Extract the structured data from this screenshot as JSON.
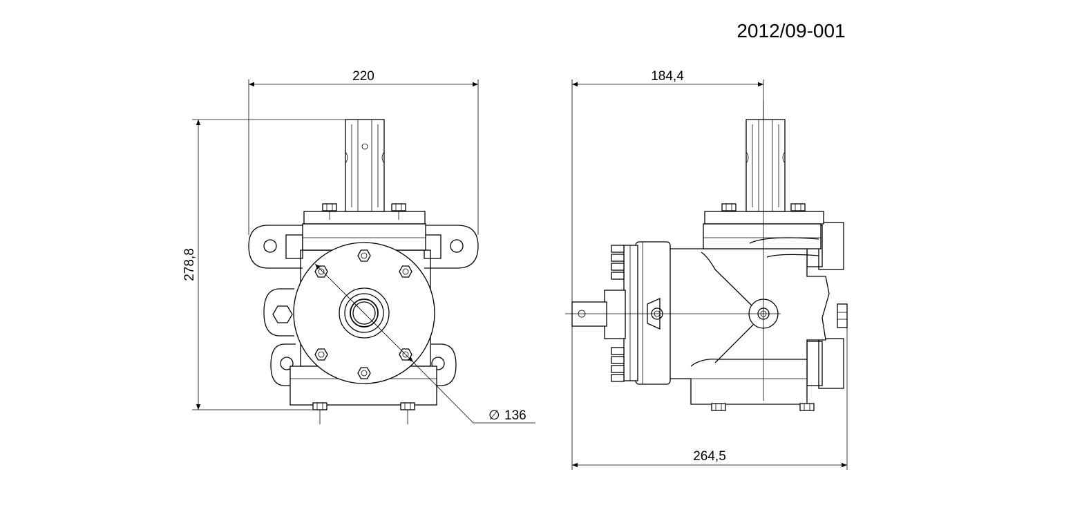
{
  "drawing_number": "2012/09-001",
  "dimensions": {
    "front_width": "220",
    "front_height": "278,8",
    "flange_diameter_symbol": "∅",
    "flange_diameter": "136",
    "side_top_width": "184,4",
    "side_overall_width": "264,5"
  },
  "colors": {
    "line": "#000000",
    "paper": "#ffffff"
  }
}
